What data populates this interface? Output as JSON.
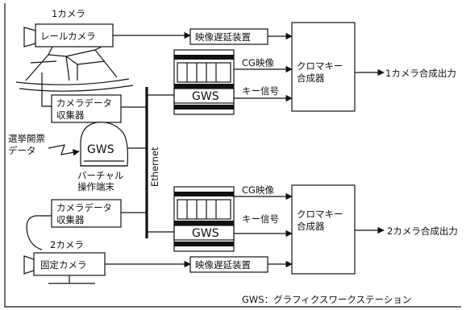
{
  "camera1": {
    "number_label": "1カメラ",
    "name": "レールカメラ"
  },
  "camera2": {
    "number_label": "2カメラ",
    "name": "固定カメラ"
  },
  "collector": {
    "line1": "カメラデータ",
    "line2": "収集器"
  },
  "delay_unit": "映像遅延装置",
  "gws_label": "GWS",
  "signal_cg": "CG映像",
  "signal_key": "キー信号",
  "chroma": {
    "line1": "クロマキー",
    "line2": "合成器"
  },
  "output1": "1カメラ合成出力",
  "output2": "2カメラ合成出力",
  "ethernet": "Ethernet",
  "election": {
    "line1": "選挙開票",
    "line2": "データ"
  },
  "terminal": {
    "line1": "バーチャル",
    "line2": "操作端末"
  },
  "legend": "GWS：グラフィクスワークステーション"
}
